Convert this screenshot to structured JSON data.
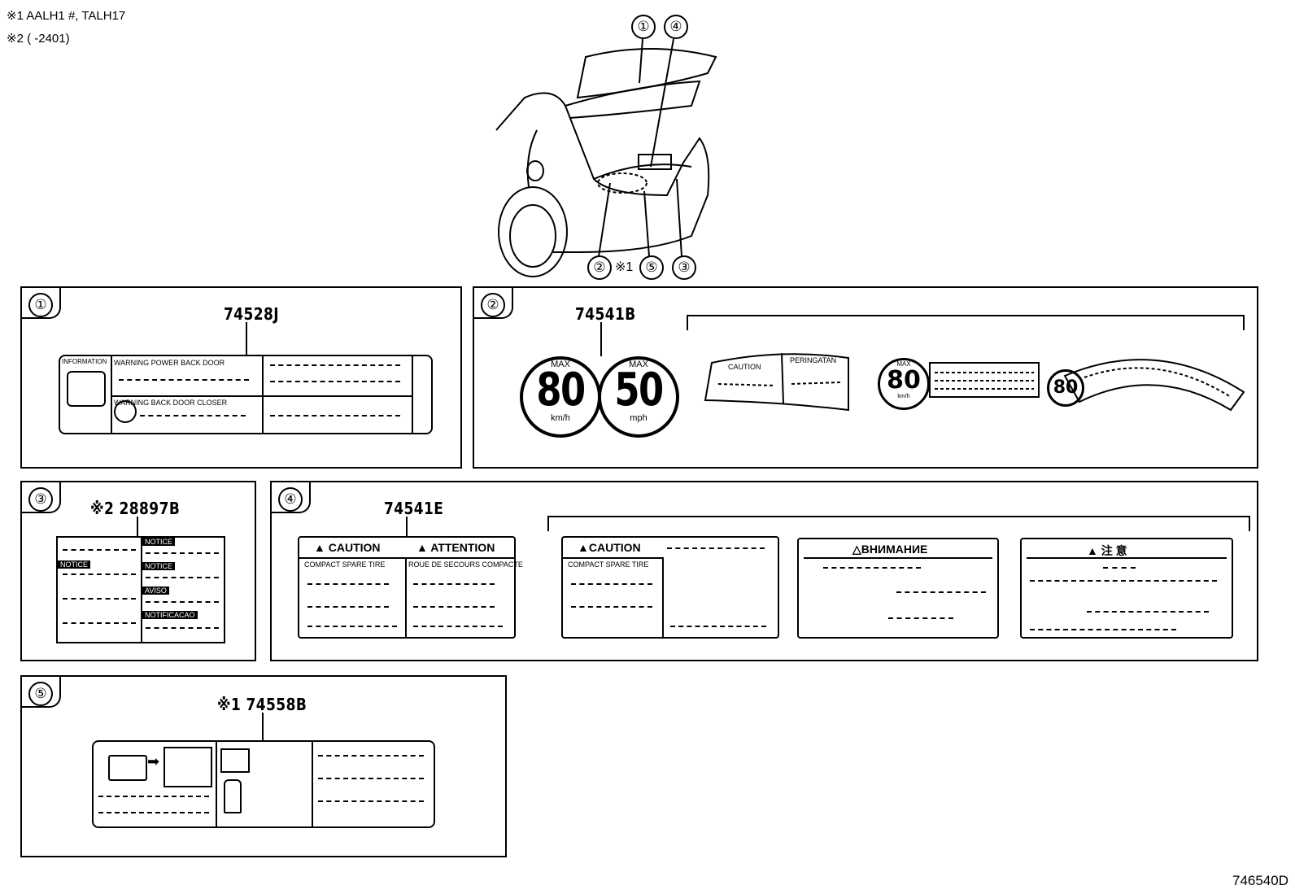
{
  "notes": {
    "note1": "※1 AALH1 #, TALH17",
    "note2": "※2 (       -2401)"
  },
  "overview": {
    "callout_1": "①",
    "callout_4": "④",
    "callout_2": "②",
    "callout_star1": "※1",
    "callout_5": "⑤",
    "callout_3": "③"
  },
  "panels": {
    "p1": {
      "index": "①",
      "part_number": "74528J",
      "label": {
        "information": "INFORMATION",
        "warning1": "WARNING  POWER  BACK  DOOR",
        "warning2": "WARNING  BACK  DOOR  CLOSER"
      }
    },
    "p2": {
      "index": "②",
      "part_number": "74541B",
      "sign80": {
        "max": "MAX",
        "value": "80",
        "unit": "km/h"
      },
      "sign50": {
        "max": "MAX",
        "value": "50",
        "unit": "mph"
      },
      "variant_a": {
        "caution": "CAUTION",
        "peringatan": "PERINGATAN"
      },
      "variant_b": {
        "max": "MAX",
        "value": "80",
        "unit": "km/h"
      },
      "variant_c": {
        "value": "80"
      }
    },
    "p3": {
      "index": "③",
      "part_number": "※2 28897B",
      "tags": [
        "NOTICE",
        "NOTICE",
        "NOTICE",
        "AVISO",
        "NOTIFICACAO"
      ]
    },
    "p4": {
      "index": "④",
      "part_number": "74541E",
      "main": {
        "caution": "CAUTION",
        "attention": "ATTENTION",
        "left_sub": "COMPACT SPARE TIRE",
        "right_sub": "ROUE DE SECOURS COMPACTE"
      },
      "v1": {
        "caution": "CAUTION",
        "sub": "COMPACT SPARE TIRE"
      },
      "v2": {
        "title": "ВНИМАНИЕ"
      },
      "v3": {
        "title": "注    意"
      }
    },
    "p5": {
      "index": "⑤",
      "part_number": "※1 74558B"
    }
  },
  "diagram_code": "746540D"
}
